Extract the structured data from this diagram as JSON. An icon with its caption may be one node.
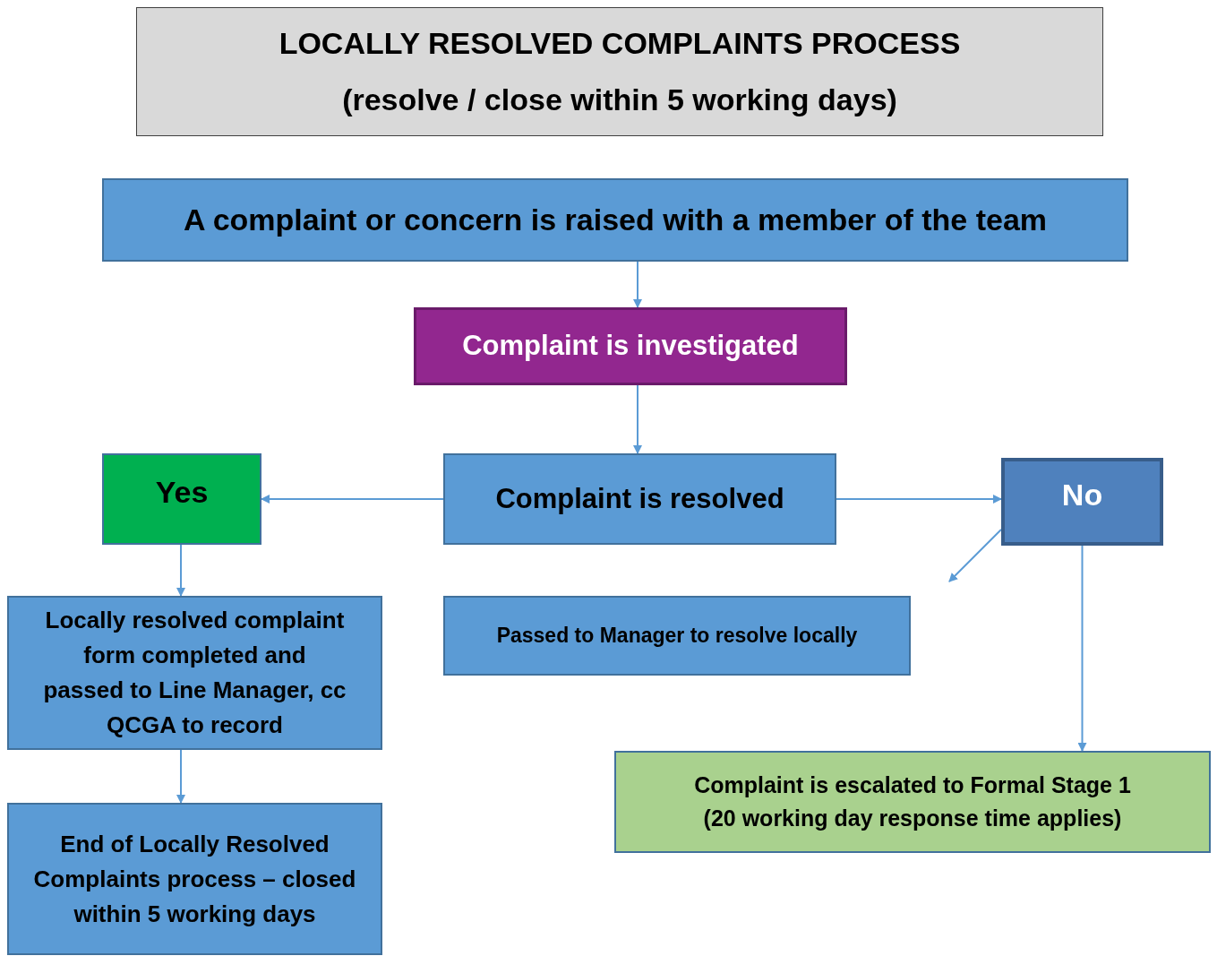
{
  "diagram": {
    "nodes": [
      {
        "text": [
          "LOCALLY RESOLVED COMPLAINTS PROCESS",
          "(resolve / close within 5 working days)"
        ]
      },
      {
        "text": [
          "A complaint or concern is raised with a member of the team"
        ]
      },
      {
        "text": [
          "Complaint is investigated"
        ]
      },
      {
        "text": [
          "Yes"
        ]
      },
      {
        "text": [
          "Complaint is resolved"
        ]
      },
      {
        "text": [
          "No"
        ]
      },
      {
        "text": [
          "Locally resolved complaint form completed and passed to Line Manager, cc QCGA to record"
        ]
      },
      {
        "text": [
          "Passed to Manager to resolve locally"
        ]
      },
      {
        "text": [
          "End of Locally Resolved Complaints process – closed within 5 working days"
        ]
      },
      {
        "text": [
          "Complaint is escalated to Formal Stage 1",
          "(20 working day response time applies)"
        ]
      }
    ],
    "edges": [
      {
        "from": 1,
        "to": 2,
        "arrow": "to"
      },
      {
        "from": 2,
        "to": 4,
        "arrow": "to"
      },
      {
        "from": 4,
        "to": 3,
        "arrow": "to"
      },
      {
        "from": 4,
        "to": 5,
        "arrow": "to"
      },
      {
        "from": 3,
        "to": 6,
        "arrow": "to"
      },
      {
        "from": 6,
        "to": 8,
        "arrow": "to"
      },
      {
        "from": 5,
        "to": null,
        "arrow": "to"
      },
      {
        "from": 5,
        "to": 9,
        "arrow": "to"
      }
    ]
  }
}
